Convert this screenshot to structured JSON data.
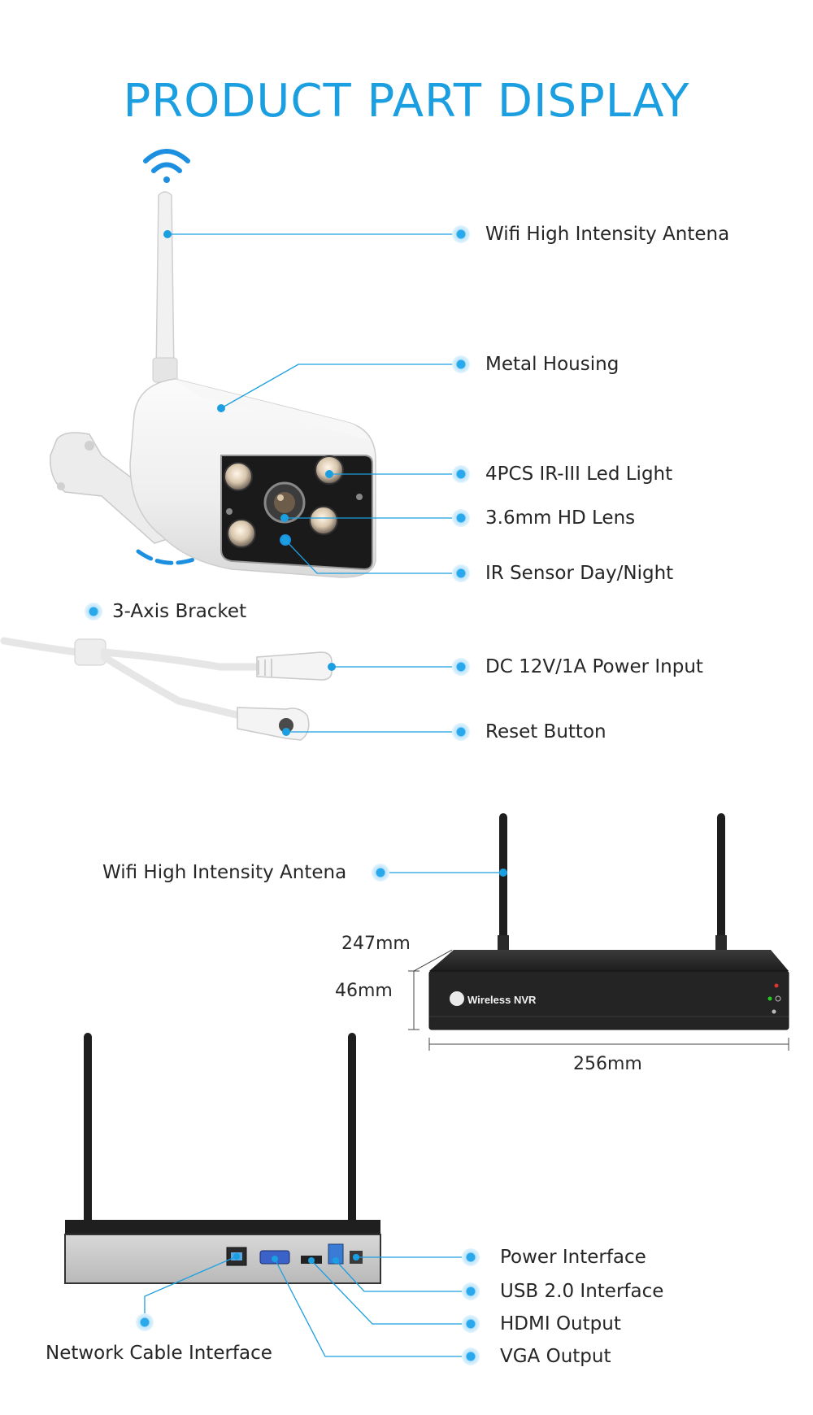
{
  "title": "PRODUCT PART DISPLAY",
  "camera": {
    "labels": {
      "antenna": "Wifi High Intensity Antena",
      "housing": "Metal Housing",
      "led": "4PCS IR-III Led Light",
      "lens": "3.6mm HD Lens",
      "sensor": "IR Sensor Day/Night",
      "bracket": "3-Axis Bracket",
      "power": "DC 12V/1A Power Input",
      "reset": "Reset Button"
    }
  },
  "nvr_front": {
    "antenna_label": "Wifi High Intensity Antena",
    "brand": "Wireless NVR",
    "depth": "247mm",
    "height": "46mm",
    "width": "256mm"
  },
  "nvr_back": {
    "labels": {
      "power": "Power Interface",
      "usb": "USB 2.0 Interface",
      "hdmi": "HDMI Output",
      "vga": "VGA Output",
      "network": "Network Cable Interface"
    }
  },
  "colors": {
    "accent": "#1c9fe0",
    "dot": "#4fc3f7",
    "nvr_body": "#2a2a2a"
  }
}
